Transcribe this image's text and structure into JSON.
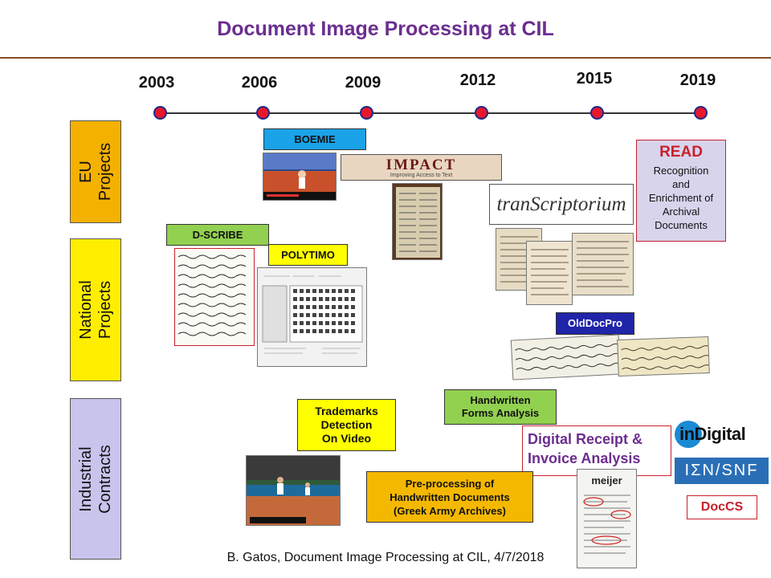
{
  "title": "Document Image Processing at CIL",
  "timeline": {
    "years": [
      "2003",
      "2006",
      "2009",
      "2012",
      "2015",
      "2019"
    ]
  },
  "rows": {
    "eu": "EU\nProjects",
    "national": "National\nProjects",
    "industrial": "Industrial\nContracts"
  },
  "projects": {
    "boemie": "BOEMIE",
    "impact_logo": "IMPACT",
    "impact_tagline": "Improving Access to Text",
    "transcriptorium": "tranScriptorium",
    "read_title": "READ",
    "read_desc": "Recognition\nand\nEnrichment of\nArchival\nDocuments",
    "dscribe": "D-SCRIBE",
    "polytimo": "POLYTIMO",
    "olddocpro": "OldDocPro",
    "trademarks": "Trademarks\nDetection\nOn Video",
    "handwritten_forms": "Handwritten\nForms Analysis",
    "receipt": "Digital Receipt &\nInvoice Analysis",
    "preprocessing": "Pre-processing of\nHandwritten Documents\n(Greek Army Archives)",
    "indigital": "inDigital",
    "iensnf": "ΙΣΝ/SNF",
    "docs": "DocCS",
    "meijer": "meijer"
  },
  "footer": "B. Gatos, Document Image Processing at CIL, 4/7/2018",
  "colors": {
    "title": "#6b2e8f",
    "eu_label": "#f5b100",
    "national_label": "#ffee00",
    "industrial_label": "#c9c4ec",
    "boemie": "#1aa3e8",
    "green": "#92d050",
    "yellow": "#ffff00",
    "orange": "#f5b800",
    "olddocpro": "#1f24a8",
    "accent_red": "#c8202c"
  }
}
